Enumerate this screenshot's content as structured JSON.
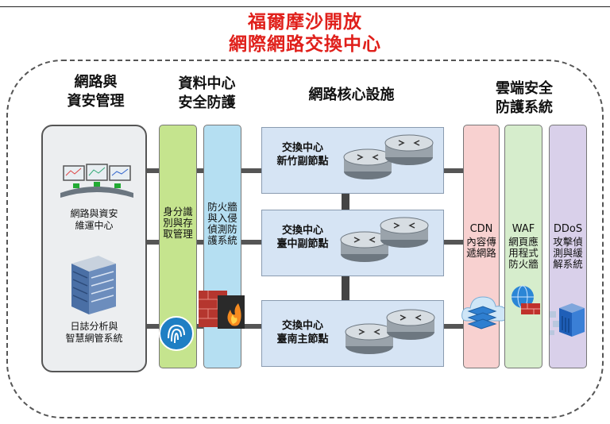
{
  "title": {
    "line1": "福爾摩沙開放",
    "line2": "網際網路交換中心"
  },
  "headers": {
    "mgmt": [
      "網路與",
      "資安管理"
    ],
    "dc": [
      "資料中心",
      "安全防護"
    ],
    "core": "網路核心設施",
    "cloud": [
      "雲端安全",
      "防護系統"
    ]
  },
  "mgmt_items": [
    {
      "icon": "control-room-icon",
      "label_lines": [
        "網路與資安",
        "維運中心"
      ]
    },
    {
      "icon": "server-rack-icon",
      "label_lines": [
        "日誌分析與",
        "智慧網管系統"
      ]
    }
  ],
  "dc_columns": [
    {
      "label": "身分識別與存取管理",
      "color": "#c5e48e",
      "icon": "fingerprint-icon"
    },
    {
      "label": "防火牆與入侵偵測防護系統",
      "color": "#b5dff2",
      "icon": "firewall-icon"
    }
  ],
  "core_nodes": [
    {
      "label_lines": [
        "交換中心",
        "新竹副節點"
      ]
    },
    {
      "label_lines": [
        "交換中心",
        "臺中副節點"
      ]
    },
    {
      "label_lines": [
        "交換中心",
        "臺南主節點"
      ]
    }
  ],
  "cloud_columns": [
    {
      "title": "CDN",
      "label": "內容傳遞網路",
      "color": "#f8d1d0",
      "icon": "cloud-server-icon"
    },
    {
      "title": "WAF",
      "label": "網頁應用程式防火牆",
      "color": "#d6edcc",
      "icon": "web-firewall-icon"
    },
    {
      "title": "DDoS",
      "label": "攻擊偵測與緩解系統",
      "color": "#d9d0ea",
      "icon": "ddos-shield-icon"
    }
  ]
}
